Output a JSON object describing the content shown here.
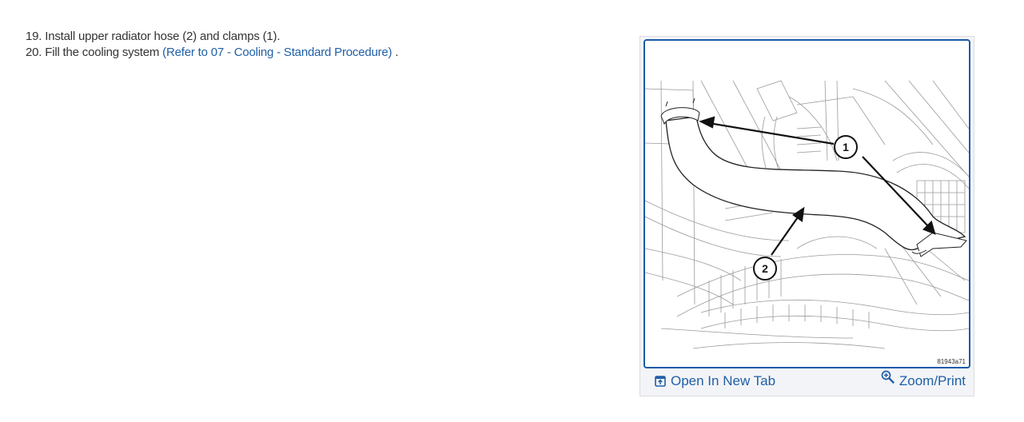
{
  "procedure": {
    "steps": [
      {
        "number": "19.",
        "text": "Install upper radiator hose (2) and clamps (1)."
      },
      {
        "number": "20.",
        "text": "Fill the cooling system",
        "link": "(Refer to 07 - Cooling - Standard Procedure)",
        "suffix": "."
      }
    ]
  },
  "figure": {
    "callouts": [
      "1",
      "2"
    ],
    "figure_id": "81943a71",
    "icons": {
      "open_tab": "open-in-new-tab-icon",
      "zoom": "magnifier-plus-icon"
    },
    "actions": {
      "open_new_tab": "Open In New Tab",
      "zoom_print": "Zoom/Print"
    },
    "colors": {
      "border": "#1a5aa8",
      "link": "#1f5fa6",
      "frame_bg": "#f3f4f7"
    }
  }
}
